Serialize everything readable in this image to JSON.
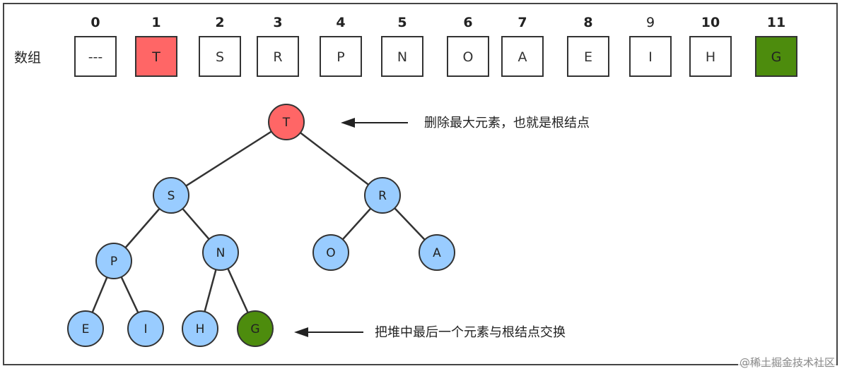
{
  "array": {
    "label": "数组",
    "indices": [
      "0",
      "1",
      "2",
      "3",
      "4",
      "5",
      "6",
      "7",
      "8",
      "9",
      "10",
      "11"
    ],
    "values": [
      "---",
      "T",
      "S",
      "R",
      "P",
      "N",
      "O",
      "A",
      "E",
      "I",
      "H",
      "G"
    ],
    "highlight": {
      "1": "#ff6666",
      "11": "#4d8c0d"
    }
  },
  "tree": {
    "nodes": [
      {
        "id": "T",
        "fill": "#ff6666"
      },
      {
        "id": "S",
        "fill": "#99ccff"
      },
      {
        "id": "R",
        "fill": "#99ccff"
      },
      {
        "id": "P",
        "fill": "#99ccff"
      },
      {
        "id": "N",
        "fill": "#99ccff"
      },
      {
        "id": "O",
        "fill": "#99ccff"
      },
      {
        "id": "A",
        "fill": "#99ccff"
      },
      {
        "id": "E",
        "fill": "#99ccff"
      },
      {
        "id": "I",
        "fill": "#99ccff"
      },
      {
        "id": "H",
        "fill": "#99ccff"
      },
      {
        "id": "G",
        "fill": "#4d8c0d"
      }
    ],
    "edges": [
      [
        "T",
        "S"
      ],
      [
        "T",
        "R"
      ],
      [
        "S",
        "P"
      ],
      [
        "S",
        "N"
      ],
      [
        "R",
        "O"
      ],
      [
        "R",
        "A"
      ],
      [
        "P",
        "E"
      ],
      [
        "P",
        "I"
      ],
      [
        "N",
        "H"
      ],
      [
        "N",
        "G"
      ]
    ]
  },
  "annotations": {
    "root_note": "删除最大元素，也就是根结点",
    "last_note": "把堆中最后一个元素与根结点交换"
  },
  "watermark": "@稀土掘金技术社区",
  "colors": {
    "red": "#ff6666",
    "blue": "#99ccff",
    "green": "#4d8c0d",
    "stroke": "#333333"
  }
}
